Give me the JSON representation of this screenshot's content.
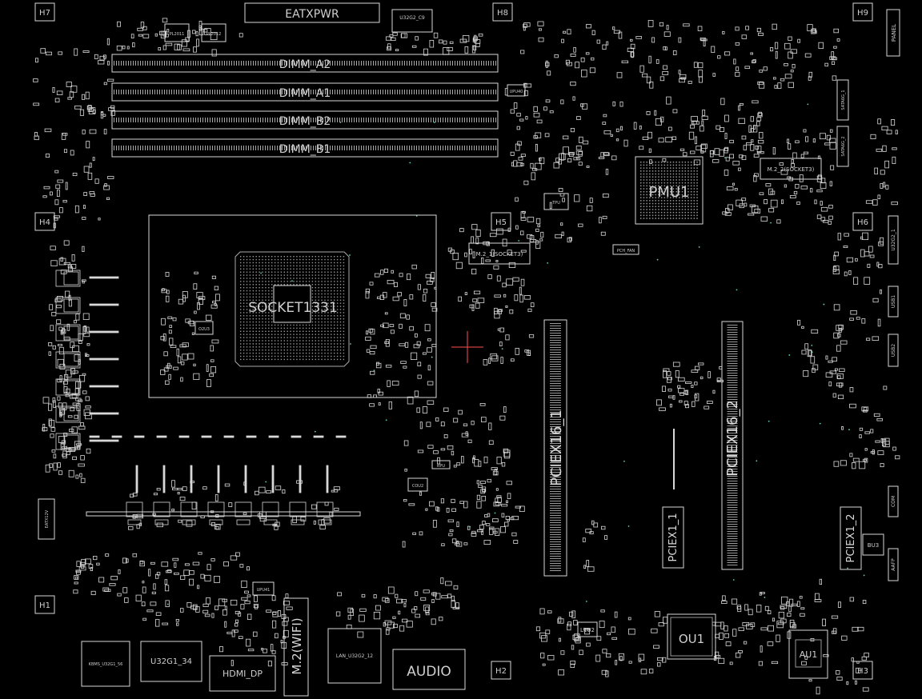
{
  "theme": {
    "background": "#000000",
    "stroke": "#d8d8d8",
    "text": "#cfcfcf",
    "accent": "#ff5050",
    "via": "#5fd0c0"
  },
  "labels": {
    "eatxpwr": "EATXPWR",
    "dimm_a2": "DIMM_A2",
    "dimm_a1": "DIMM_A1",
    "dimm_b2": "DIMM_B2",
    "dimm_b1": "DIMM_B1",
    "socket": "SOCKET1331",
    "pmu1": "PMU1",
    "pciex16_1": "PCIEX16_1",
    "pciex16_2": "PCIEX16_2",
    "pciex1_1": "PCIEX1_1",
    "pciex1_2": "PCIEX1_2",
    "m2_1": "M.2_1(SOCKET3)",
    "m2_2": "M.2_2(SOCKET3)",
    "m2_wifi": "M.2(WIFI)",
    "audio": "AUDIO",
    "hdmi_dp": "HDMI_DP",
    "u32g1_34": "U32G1_34",
    "lan": "LAN_U32G2_12",
    "kbms": "KBMS_U32G1_56",
    "ou1": "OU1",
    "au1": "AU1",
    "bu3": "BU3",
    "u32g2_c9": "U32G2_C9",
    "pl2011": "PL2011",
    "pl2012": "PL2012",
    "upu40": "UPU40",
    "upu41": "UPU41",
    "pch_fan": "PCH_FAN",
    "o2u3": "O2U3",
    "cou2": "COU2",
    "rpu": "RPU",
    "tpu": "TPU",
    "com": "COM",
    "aafp": "AAFP",
    "panel": "PANEL",
    "h1": "H1",
    "h2": "H2",
    "h3": "H3",
    "h4": "H4",
    "h5": "H5",
    "h6": "H6",
    "h7": "H7",
    "h8": "H8",
    "h9": "H9",
    "l1u2": "L1U2",
    "sata_1": "SATA6G_1",
    "sata_2": "SATA6G_2",
    "u32g2_1": "U32G2_1",
    "usb1": "USB1",
    "usb2": "USB2",
    "eatx12v": "EATX12V"
  }
}
